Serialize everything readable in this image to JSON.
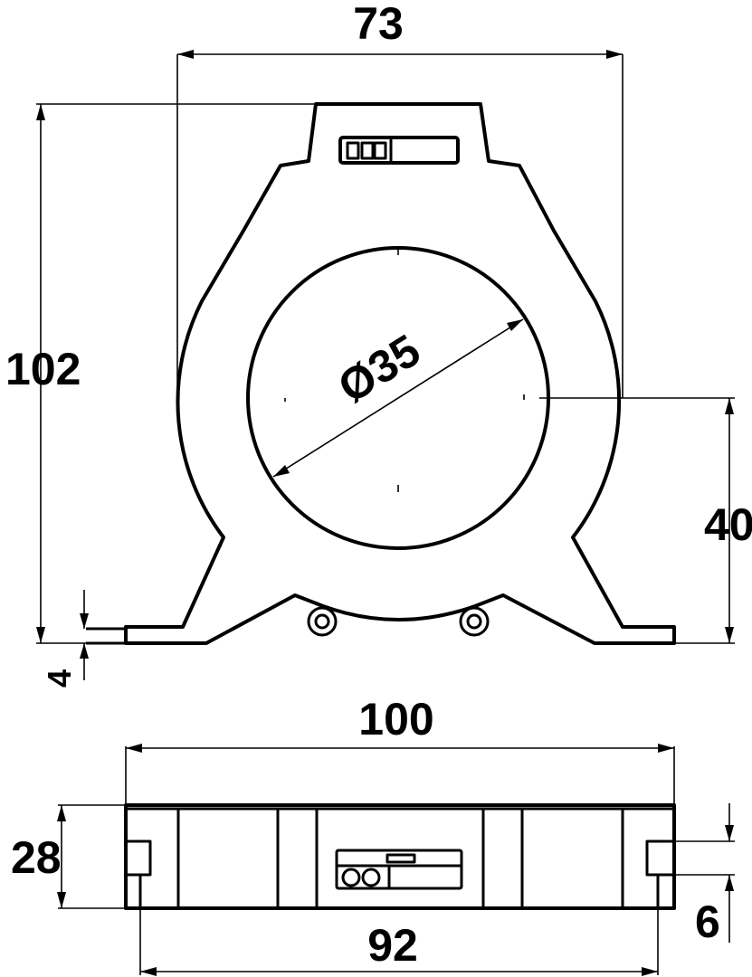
{
  "dimensions": {
    "width_top": "73",
    "height_total": "102",
    "bore_diameter": "Ø35",
    "bore_center_height": "40",
    "base_thickness": "4",
    "base_width": "100",
    "depth": "28",
    "mount_hole_spacing": "92",
    "slot_width": "6"
  }
}
